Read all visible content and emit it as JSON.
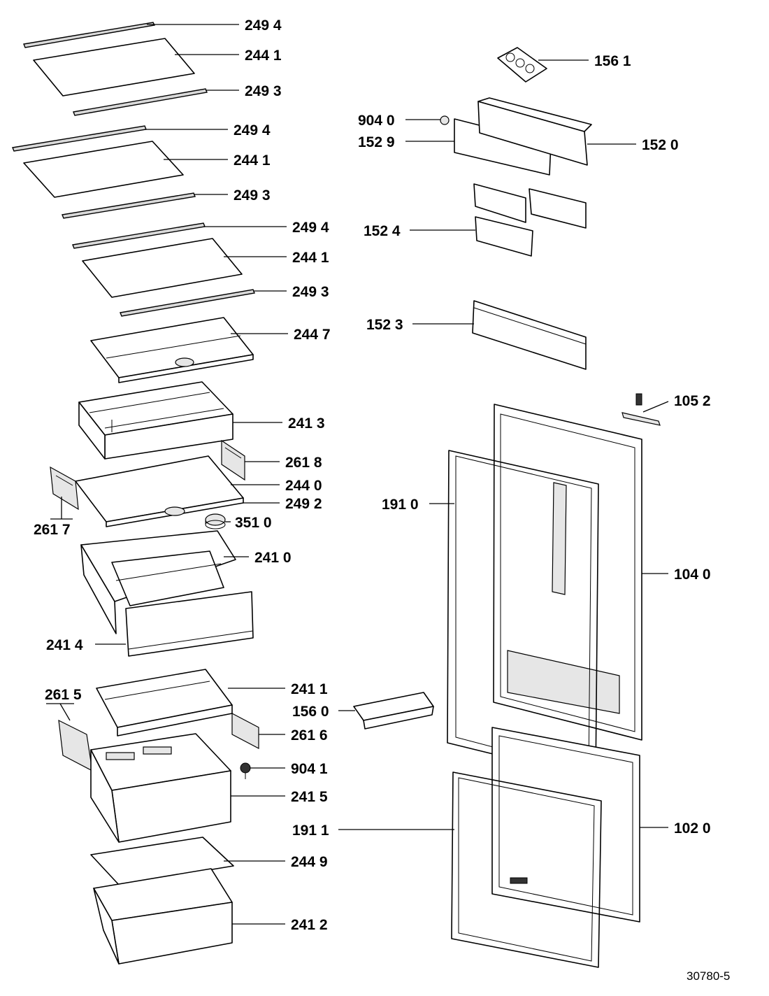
{
  "diagram_code": "30780-5",
  "callouts": [
    {
      "id": "c-2494-a",
      "label": "249 4"
    },
    {
      "id": "c-2441-a",
      "label": "244 1"
    },
    {
      "id": "c-2493-a",
      "label": "249 3"
    },
    {
      "id": "c-2494-b",
      "label": "249 4"
    },
    {
      "id": "c-2441-b",
      "label": "244 1"
    },
    {
      "id": "c-2493-b",
      "label": "249 3"
    },
    {
      "id": "c-2494-c",
      "label": "249 4"
    },
    {
      "id": "c-2441-c",
      "label": "244 1"
    },
    {
      "id": "c-2493-c",
      "label": "249 3"
    },
    {
      "id": "c-2447",
      "label": "244 7"
    },
    {
      "id": "c-2413",
      "label": "241 3"
    },
    {
      "id": "c-2618",
      "label": "261 8"
    },
    {
      "id": "c-2440",
      "label": "244 0"
    },
    {
      "id": "c-2492",
      "label": "249 2"
    },
    {
      "id": "c-2617",
      "label": "261 7"
    },
    {
      "id": "c-3510",
      "label": "351 0"
    },
    {
      "id": "c-2410",
      "label": "241 0"
    },
    {
      "id": "c-2414",
      "label": "241 4"
    },
    {
      "id": "c-2411",
      "label": "241 1"
    },
    {
      "id": "c-2615",
      "label": "261 5"
    },
    {
      "id": "c-2616",
      "label": "261 6"
    },
    {
      "id": "c-9041",
      "label": "904 1"
    },
    {
      "id": "c-2415",
      "label": "241 5"
    },
    {
      "id": "c-2449",
      "label": "244 9"
    },
    {
      "id": "c-2412",
      "label": "241 2"
    },
    {
      "id": "c-1561",
      "label": "156 1"
    },
    {
      "id": "c-9040",
      "label": "904 0"
    },
    {
      "id": "c-1529",
      "label": "152 9"
    },
    {
      "id": "c-1520",
      "label": "152 0"
    },
    {
      "id": "c-1524",
      "label": "152 4"
    },
    {
      "id": "c-1523",
      "label": "152 3"
    },
    {
      "id": "c-1052",
      "label": "105 2"
    },
    {
      "id": "c-1910",
      "label": "191 0"
    },
    {
      "id": "c-1040",
      "label": "104 0"
    },
    {
      "id": "c-1560",
      "label": "156 0"
    },
    {
      "id": "c-1911",
      "label": "191 1"
    },
    {
      "id": "c-1020",
      "label": "102 0"
    }
  ]
}
